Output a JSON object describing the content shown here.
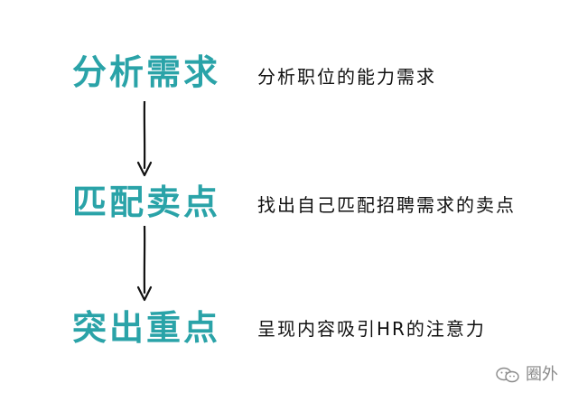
{
  "theme": {
    "accent": "#2aa3a8",
    "text": "#111111",
    "arrow": "#111111",
    "watermark": "#8a8a8a"
  },
  "steps": [
    {
      "title": "分析需求",
      "description": "分析职位的能力需求"
    },
    {
      "title": "匹配卖点",
      "description": "找出自己匹配招聘需求的卖点"
    },
    {
      "title": "突出重点",
      "description": "呈现内容吸引HR的注意力"
    }
  ],
  "watermark": {
    "icon": "wechat-icon",
    "text": "圈外"
  }
}
